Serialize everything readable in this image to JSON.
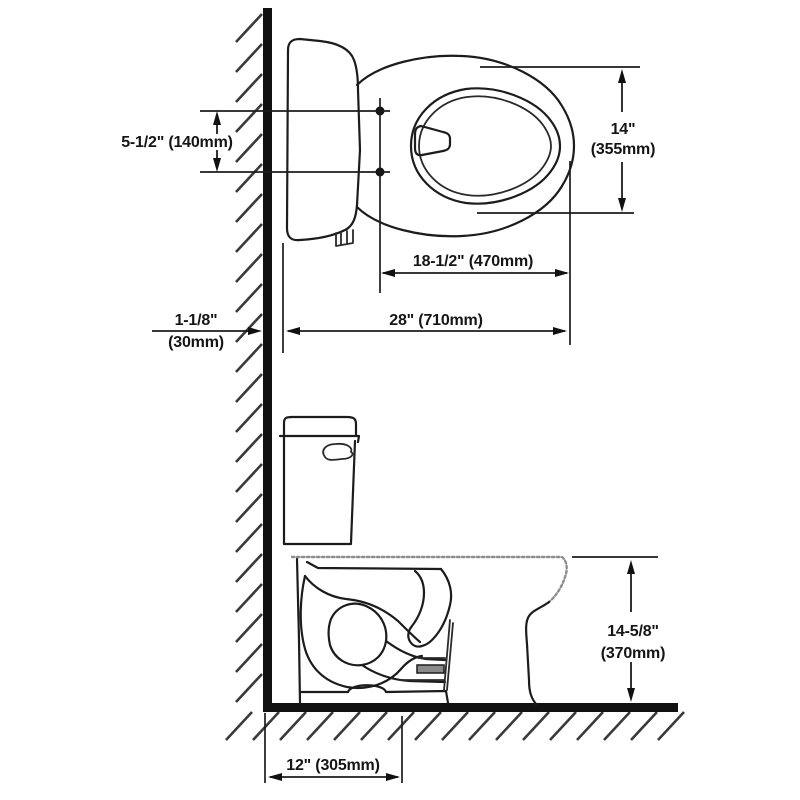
{
  "drawing": {
    "kind": "toilet installation dimension diagram",
    "dimensions": {
      "seat_post_spacing": {
        "label": "5-1/2\" (140mm)"
      },
      "bowl_width": {
        "imperial": "14\"",
        "metric": "(355mm)"
      },
      "seat_length": {
        "label": "18-1/2\" (470mm)"
      },
      "overall_depth": {
        "label": "28\" (710mm)"
      },
      "wall_gap": {
        "imperial": "1-1/8\"",
        "metric": "(30mm)"
      },
      "rim_height": {
        "imperial": "14-5/8\"",
        "metric": "(370mm)"
      },
      "rough_in": {
        "label": "12\" (305mm)"
      }
    }
  }
}
